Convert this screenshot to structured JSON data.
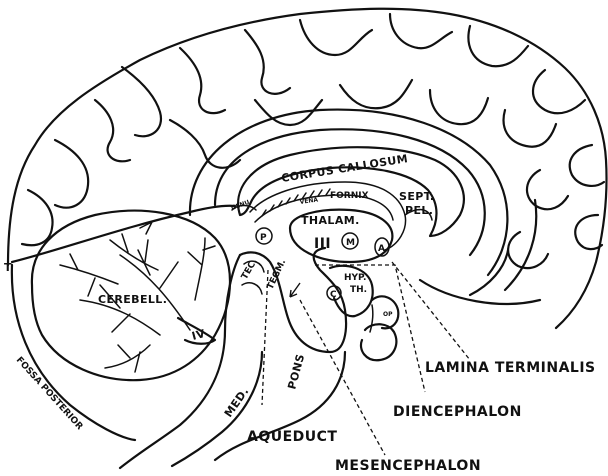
{
  "labels": {
    "corpus_callosum": "CORPUS CALLOSUM",
    "fornix": "FORNIX",
    "sept_pel_1": "SEPT.",
    "sept_pel_2": "PEL.",
    "thalam": "THALAM.",
    "third_ventricle": "III",
    "m": "M",
    "a": "A",
    "p": "P",
    "c": "C",
    "t": "T",
    "tec": "TEC.",
    "tegm": "TEGM.",
    "hyp_th_1": "HYP.",
    "hyp_th_2": "TH.",
    "op": "OP",
    "cerebell": "CEREBELL.",
    "fourth_ventricle": "IV",
    "pons": "PONS",
    "med": "MED.",
    "fossa_posterior": "FOSSA POSTERIOR",
    "lamina_terminalis": "LAMINA TERMINALIS",
    "diencephalon": "DIENCEPHALON",
    "aqueduct": "AQUEDUCT",
    "mesencephalon": "MESENCEPHALON",
    "genu": "GENU",
    "vena": "VENA"
  },
  "colors": {
    "ink": "#111111",
    "paper": "#ffffff"
  }
}
